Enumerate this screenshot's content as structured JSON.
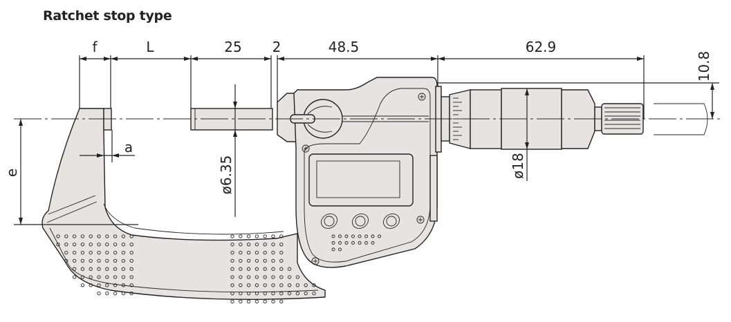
{
  "title": "Ratchet stop type",
  "dimensions": {
    "f": "f",
    "L": "L",
    "stroke": "25",
    "gap": "2",
    "body_length": "48.5",
    "thimble_length": "62.9",
    "height_offset": "10.8",
    "spindle_diameter": "ø6.35",
    "thimble_diameter": "ø18",
    "e": "e",
    "a": "a"
  },
  "colors": {
    "body_fill": "#e6e3e1",
    "line": "#222222"
  }
}
